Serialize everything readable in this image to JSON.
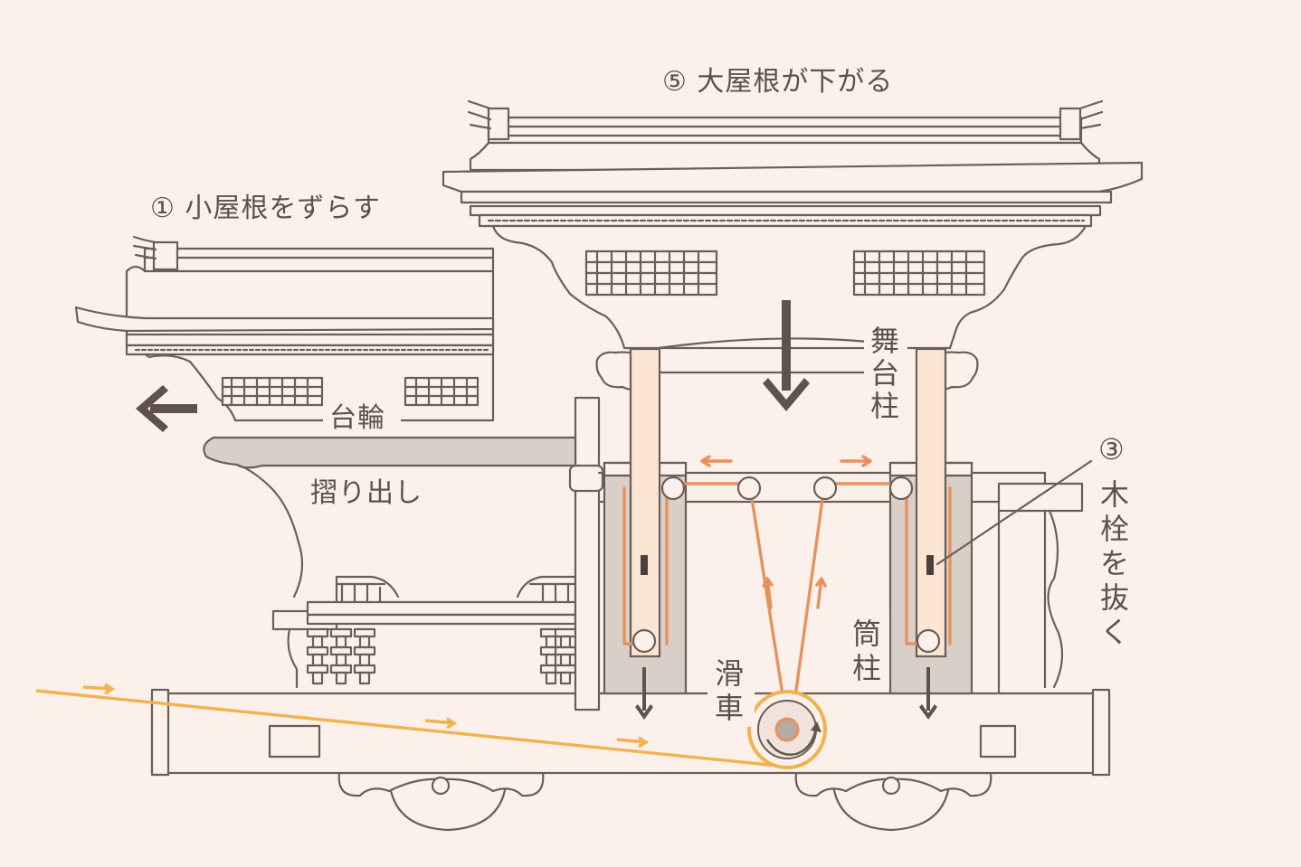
{
  "labels": {
    "step5": "⑤ 大屋根が下がる",
    "step1": "① 小屋根をずらす",
    "dairin": "台輪",
    "suridashi": "摺り出し",
    "butai_bashira": [
      "舞",
      "台",
      "柱"
    ],
    "step3_num": "③",
    "kisen": [
      "木",
      "栓",
      "を",
      "抜",
      "く"
    ],
    "tsutsu_bashira": [
      "筒",
      "柱"
    ],
    "kassha": [
      "滑",
      "車"
    ]
  },
  "colors": {
    "background": "#fcf1ea",
    "line": "#6a5e59",
    "rope_orange": "#e9915c",
    "rope_yellow": "#f1b24f",
    "pillar_fill": "#fbe5d3",
    "sleeve_fill": "#d9cfc9",
    "arrow": "#5f524d"
  },
  "icons": [
    "arrow-left-icon",
    "arrow-down-icon",
    "rotate-icon"
  ]
}
